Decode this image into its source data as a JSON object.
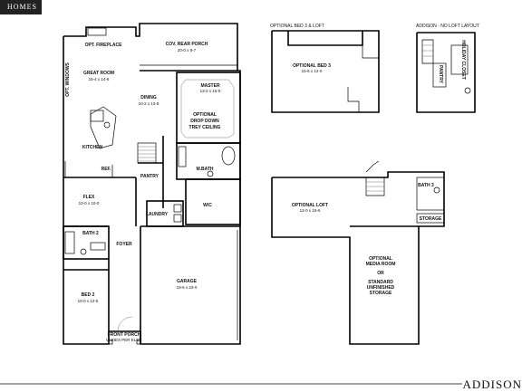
{
  "logo": {
    "text": "HOMES"
  },
  "brand": {
    "name": "ADDISON"
  },
  "titles": {
    "bed3_loft": "OPTIONAL BED 3 & LOFT",
    "no_loft": "ADDISON - NO LOFT LAYOUT"
  },
  "rooms": {
    "fireplace": "OPT. FIREPLACE",
    "rear_porch": "COV. REAR PORCH",
    "rear_porch_dim": "20-0 x 9-7",
    "windows": "OPT. WINDOWS",
    "great_room": "GREAT ROOM",
    "great_room_dim": "15-4 x 14-6",
    "dining": "DINING",
    "dining_dim": "10-2 x 13-8",
    "master": "MASTER",
    "master_dim": "13-2 x 15-0",
    "opt_ceiling_1": "OPTIONAL",
    "opt_ceiling_2": "DROP DOWN",
    "opt_ceiling_3": "TREY CEILING",
    "kitchen": "KITCHEN",
    "pantry": "PANTRY",
    "m_bath": "M.BATH",
    "ref": "REF.",
    "flex": "FLEX",
    "flex_dim": "10-0 x 10-0",
    "wic": "W/C",
    "laundry": "LAUNDRY",
    "bath2": "BATH 2",
    "foyer": "FOYER",
    "bed2": "BED 2",
    "bed2_dim": "10-0 x 12-5",
    "garage": "GARAGE",
    "garage_dim": "19-5 x 23-0",
    "front_porch": "FRONT PORCH",
    "front_porch_note": "VARIES PER ELEV.",
    "opt_bed3": "OPTIONAL BED 3",
    "opt_bed3_dim": "15-6 x 12-0",
    "holiday": "HOLIDAY CLOSET",
    "pantry2": "PANTRY",
    "opt_loft": "OPTIONAL LOFT",
    "opt_loft_dim": "12-0 x 15-6",
    "bath3": "BATH 3",
    "storage_sm": "STORAGE",
    "media_1": "OPTIONAL",
    "media_2": "MEDIA ROOM",
    "media_3": "OR",
    "media_4": "STANDARD",
    "media_5": "UNFINISHED",
    "media_6": "STORAGE"
  }
}
